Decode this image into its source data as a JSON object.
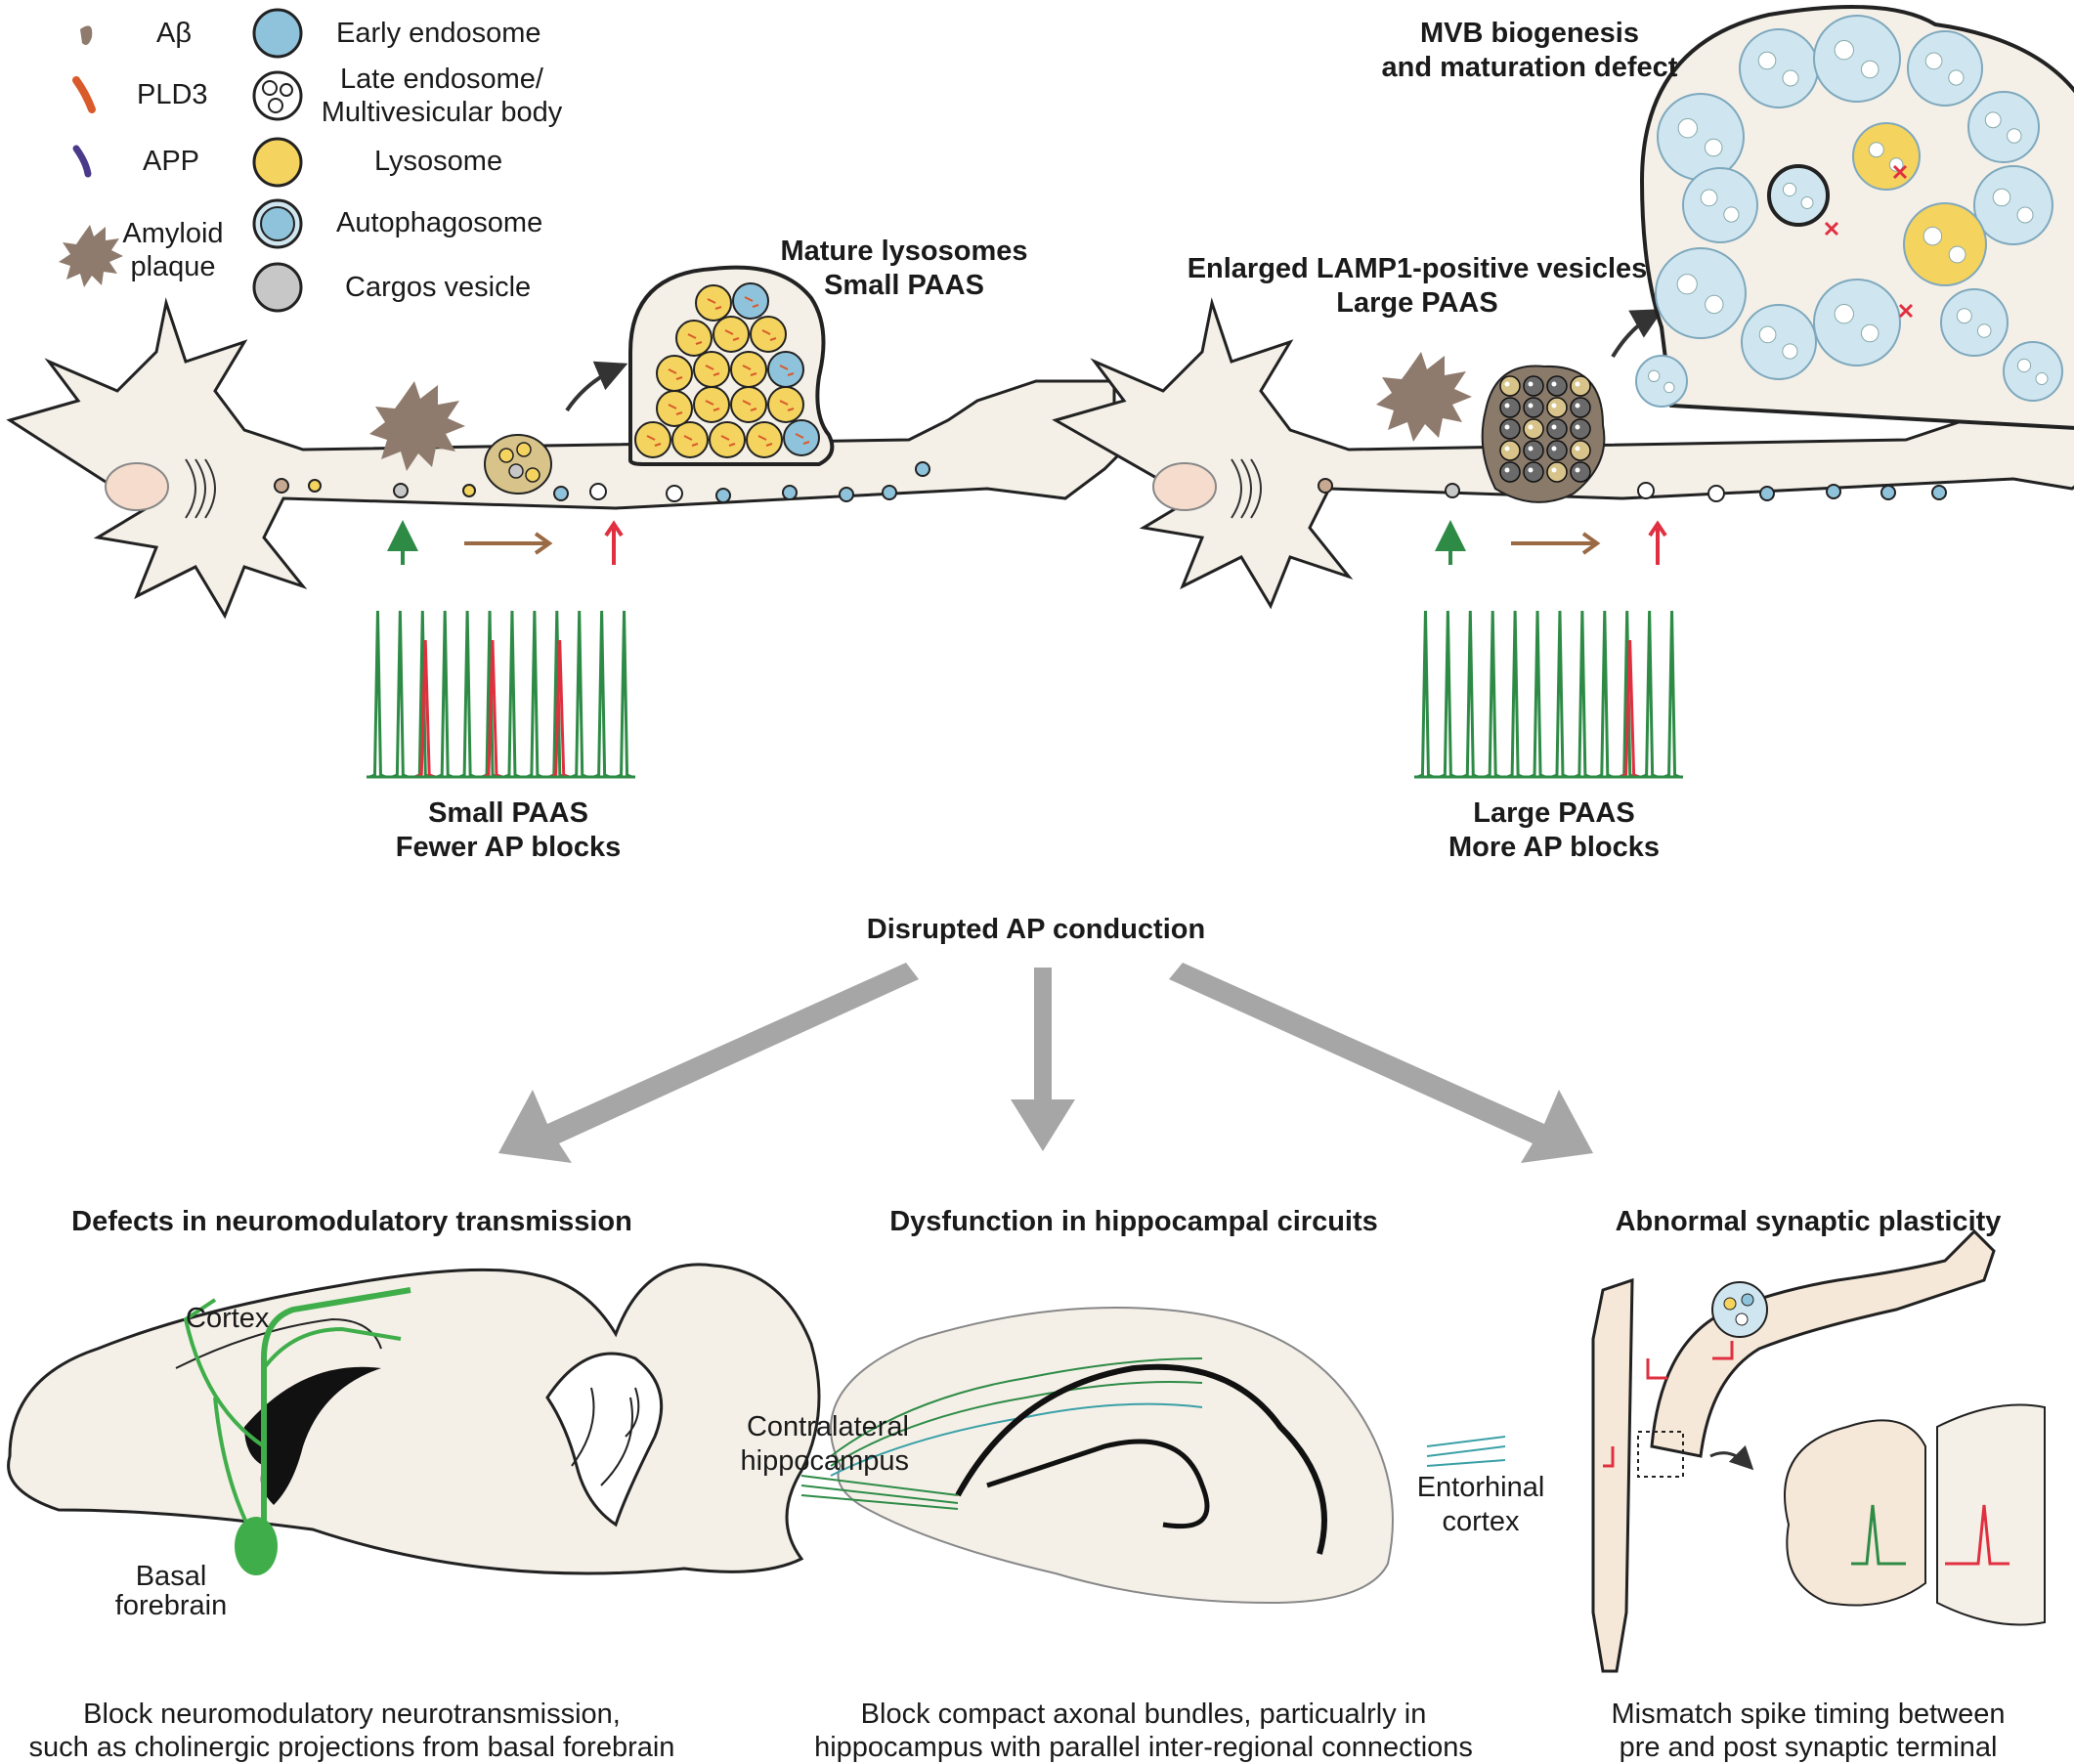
{
  "legend": {
    "abeta": "Aβ",
    "pld3": "PLD3",
    "app": "APP",
    "plaque_1": "Amyloid",
    "plaque_2": "plaque",
    "early_endosome": "Early endosome",
    "late_endosome_1": "Late endosome/",
    "late_endosome_2": "Multivesicular body",
    "lysosome": "Lysosome",
    "autophagosome": "Autophagosome",
    "cargos_vesicle": "Cargos vesicle"
  },
  "left_panel": {
    "callout_1": "Mature lysosomes",
    "callout_2": "Small PAAS",
    "caption_1": "Small PAAS",
    "caption_2": "Fewer AP blocks"
  },
  "right_panel": {
    "defect_1": "MVB biogenesis",
    "defect_2": "and maturation defect",
    "callout_1": "Enlarged LAMP1-positive vesicles",
    "callout_2": "Large PAAS",
    "caption_1": "Large PAAS",
    "caption_2": "More AP blocks"
  },
  "center": {
    "title": "Disrupted AP conduction"
  },
  "outcomes": {
    "left": {
      "title": "Defects in neuromodulatory transmission",
      "cortex": "Cortex",
      "basal_1": "Basal",
      "basal_2": "forebrain",
      "caption_1": "Block neuromodulatory neurotransmission,",
      "caption_2": "such as cholinergic projections from basal forebrain"
    },
    "middle": {
      "title": "Dysfunction in hippocampal circuits",
      "contra_1": "Contralateral",
      "contra_2": "hippocampus",
      "ento_1": "Entorhinal",
      "ento_2": "cortex",
      "caption_1": "Block compact axonal bundles, particualrly in",
      "caption_2": "hippocampus with parallel inter-regional connections"
    },
    "right": {
      "title": "Abnormal synaptic plasticity",
      "caption_1": "Mismatch spike timing between",
      "caption_2": "pre and post synaptic terminal"
    }
  },
  "colors": {
    "spike_normal": "#2e8b46",
    "spike_blocked": "#e03040",
    "arrow_gray": "#a6a6a6",
    "transport_arrow": "#9a6a45",
    "early_endosome": "#8fc3dc",
    "lysosome": "#f4d35e",
    "cell_fill": "#f4f0e8"
  }
}
